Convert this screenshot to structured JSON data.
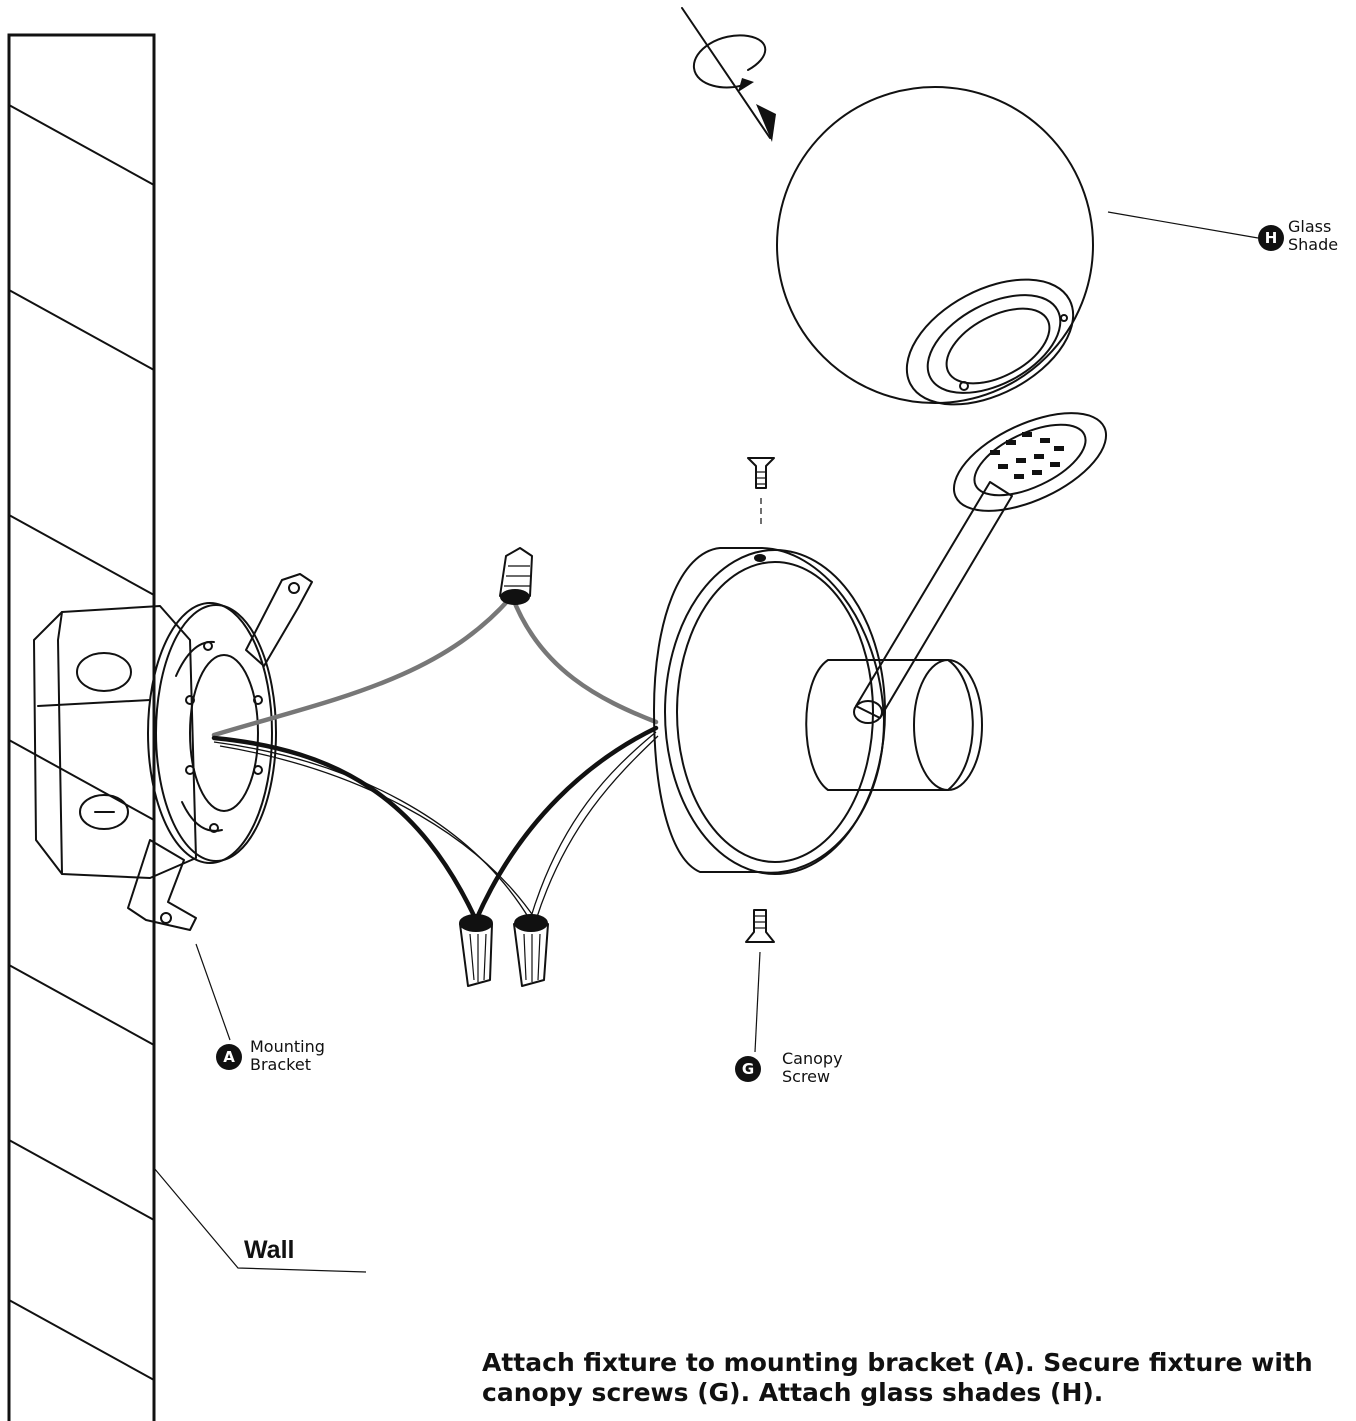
{
  "parts": {
    "mounting_bracket": {
      "letter": "A",
      "line1": "Mounting",
      "line2": "Bracket"
    },
    "canopy_screw": {
      "letter": "G",
      "line1": "Canopy",
      "line2": "Screw"
    },
    "glass_shade": {
      "letter": "H",
      "line1": "Glass",
      "line2": "Shade"
    }
  },
  "wall_label": "Wall",
  "caption": {
    "line1": "Attach fixture to mounting bracket (A). Secure fixture with",
    "line2": "canopy screws (G). Attach glass shades (H)."
  }
}
